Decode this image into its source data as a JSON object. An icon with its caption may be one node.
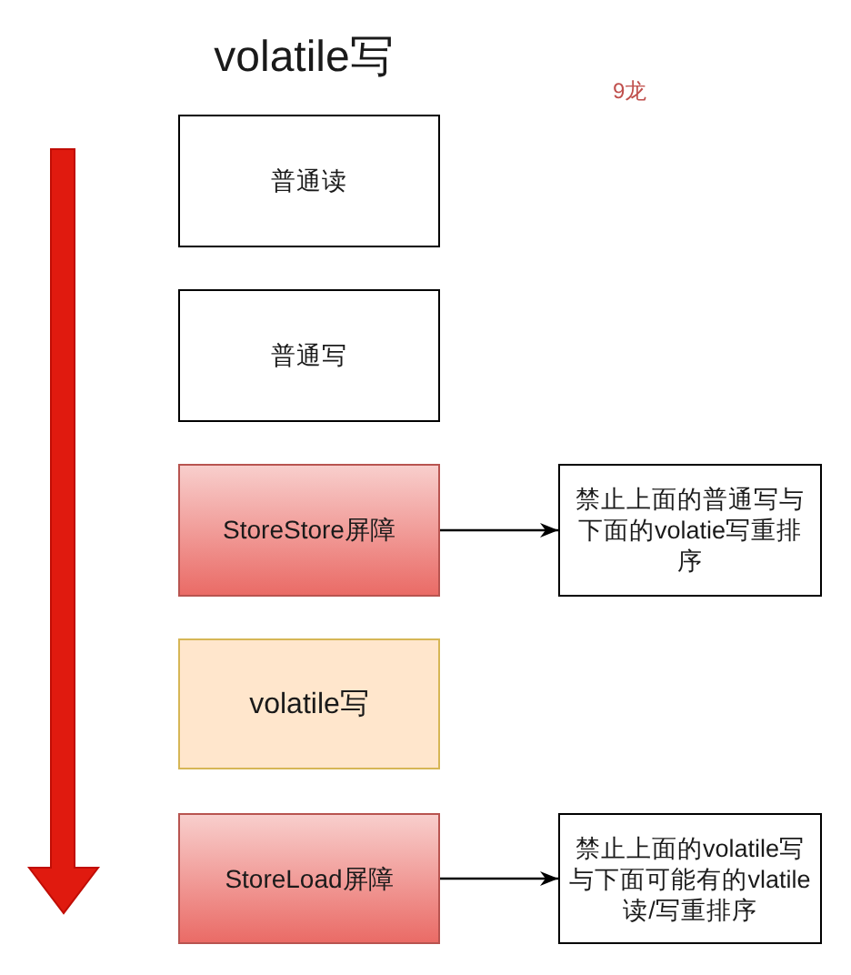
{
  "diagram": {
    "title": "volatile写",
    "nodes": [
      {
        "text": [
          "普通读"
        ]
      },
      {
        "text": [
          "普通写"
        ]
      },
      {
        "text": [
          "StoreStore屏障"
        ]
      },
      {
        "text": [
          "禁止上面的普通写与下面的volatie写重排序"
        ]
      },
      {
        "text": [
          "volatile写"
        ]
      },
      {
        "text": [
          "StoreLoad屏障"
        ]
      },
      {
        "text": [
          "禁止上面的volatile写与下面可能有的vlatile读/写重排序"
        ]
      }
    ],
    "edges": [
      {
        "from": 2,
        "to": 3,
        "arrow": "to"
      },
      {
        "from": 5,
        "to": 6,
        "arrow": "to"
      }
    ],
    "labels": [
      "9龙"
    ]
  }
}
